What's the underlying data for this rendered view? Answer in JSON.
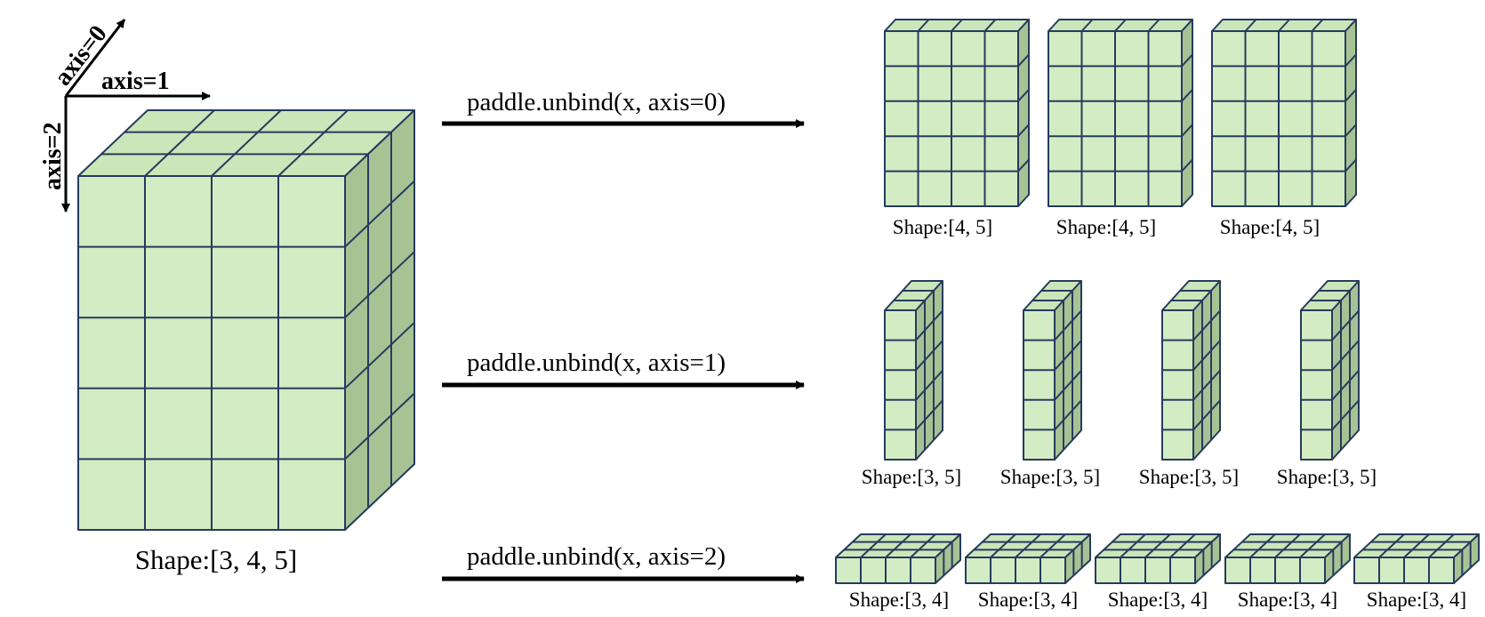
{
  "colors": {
    "front": "#d3ecc3",
    "top": "#cbe7b9",
    "side": "#a7c394",
    "edge": "#263b5e",
    "arrow": "#000000"
  },
  "source": {
    "label": "Shape:[3, 4, 5]",
    "axis_labels": {
      "axis0": "axis=0",
      "axis1": "axis=1",
      "axis2": "axis=2"
    }
  },
  "operations": [
    {
      "call": "paddle.unbind(x,  axis=0)",
      "outputs": [
        "Shape:[4, 5]",
        "Shape:[4, 5]",
        "Shape:[4, 5]"
      ]
    },
    {
      "call": "paddle.unbind(x,  axis=1)",
      "outputs": [
        "Shape:[3, 5]",
        "Shape:[3, 5]",
        "Shape:[3, 5]",
        "Shape:[3, 5]"
      ]
    },
    {
      "call": "paddle.unbind(x,  axis=2)",
      "outputs": [
        "Shape:[3, 4]",
        "Shape:[3, 4]",
        "Shape:[3, 4]",
        "Shape:[3, 4]",
        "Shape:[3, 4]"
      ]
    }
  ]
}
